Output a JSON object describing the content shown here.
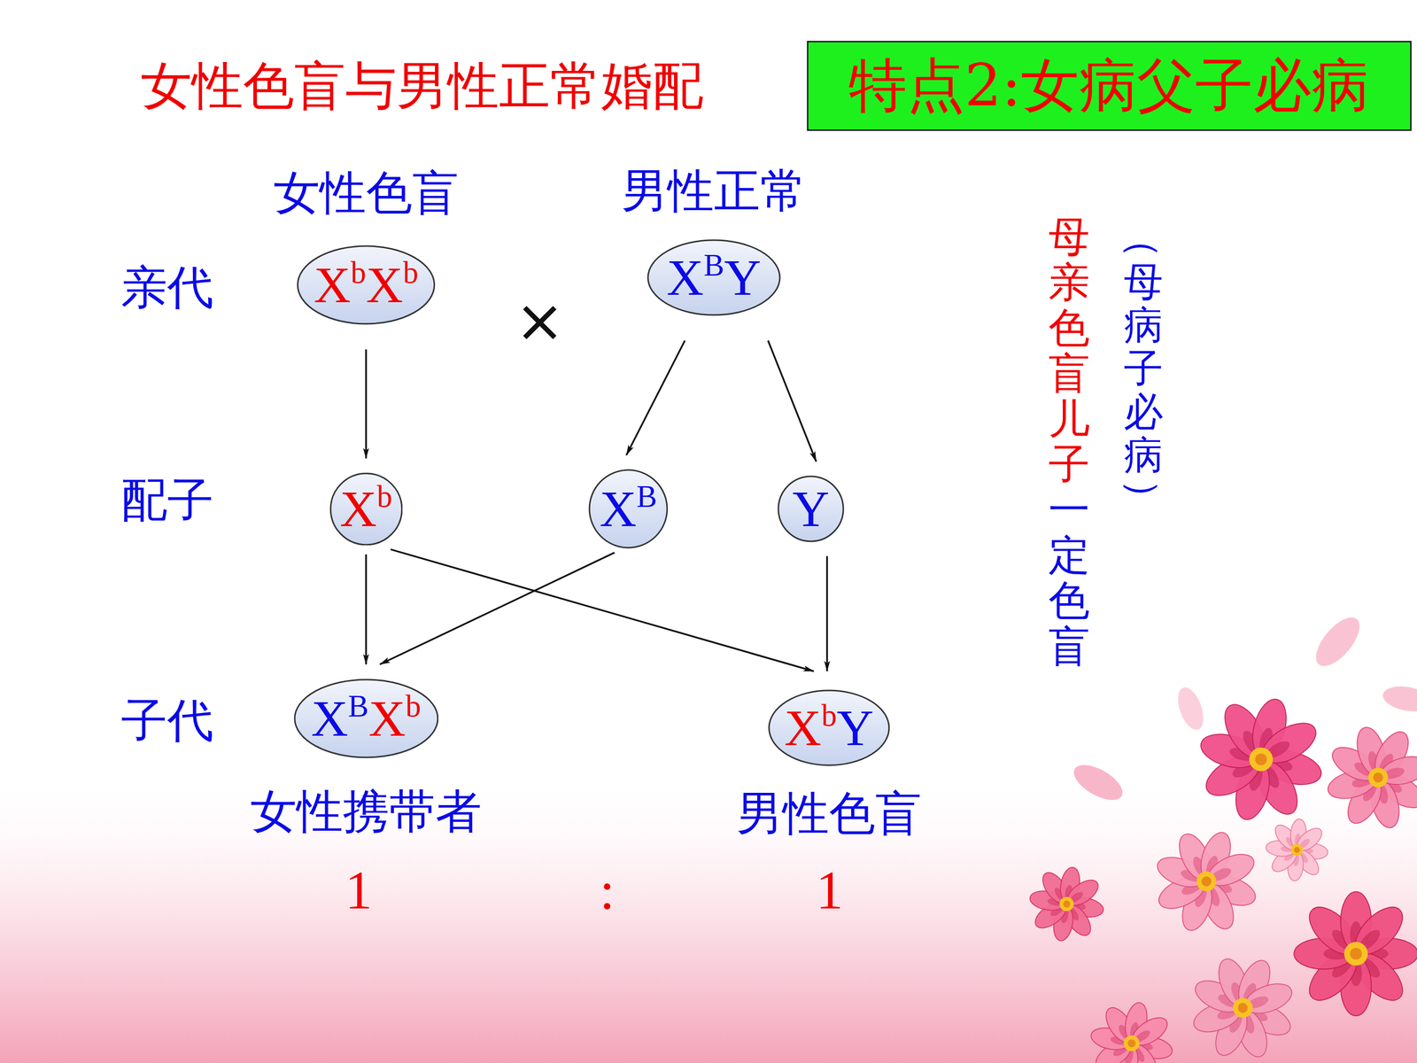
{
  "diagram": {
    "title": "女性色盲与男性正常婚配",
    "nodes": [
      {
        "text": [
          "特点2:女病父子必病"
        ]
      },
      {
        "text": [
          "女性色盲",
          "XbXb"
        ]
      },
      {
        "text": [
          "男性正常",
          "XBY"
        ]
      },
      {
        "text": [
          "Xb"
        ]
      },
      {
        "text": [
          "XB"
        ]
      },
      {
        "text": [
          "Y"
        ]
      },
      {
        "text": [
          "XBXb",
          "女性携带者"
        ]
      },
      {
        "text": [
          "XbY",
          "男性色盲"
        ]
      }
    ],
    "edges": [
      {
        "from": 1,
        "to": 3,
        "arrow": "to"
      },
      {
        "from": 2,
        "to": 4,
        "arrow": "to"
      },
      {
        "from": 2,
        "to": 5,
        "arrow": "to"
      },
      {
        "from": 3,
        "to": 6,
        "arrow": "to"
      },
      {
        "from": 4,
        "to": 6,
        "arrow": "to"
      },
      {
        "from": 3,
        "to": 7,
        "arrow": "to"
      },
      {
        "from": 5,
        "to": 7,
        "arrow": "to"
      }
    ],
    "labels": [
      "亲代",
      "×",
      "配子",
      "子代",
      "1",
      ":",
      "1",
      "母亲色盲儿子一定色盲",
      "（母病子必病）"
    ]
  }
}
